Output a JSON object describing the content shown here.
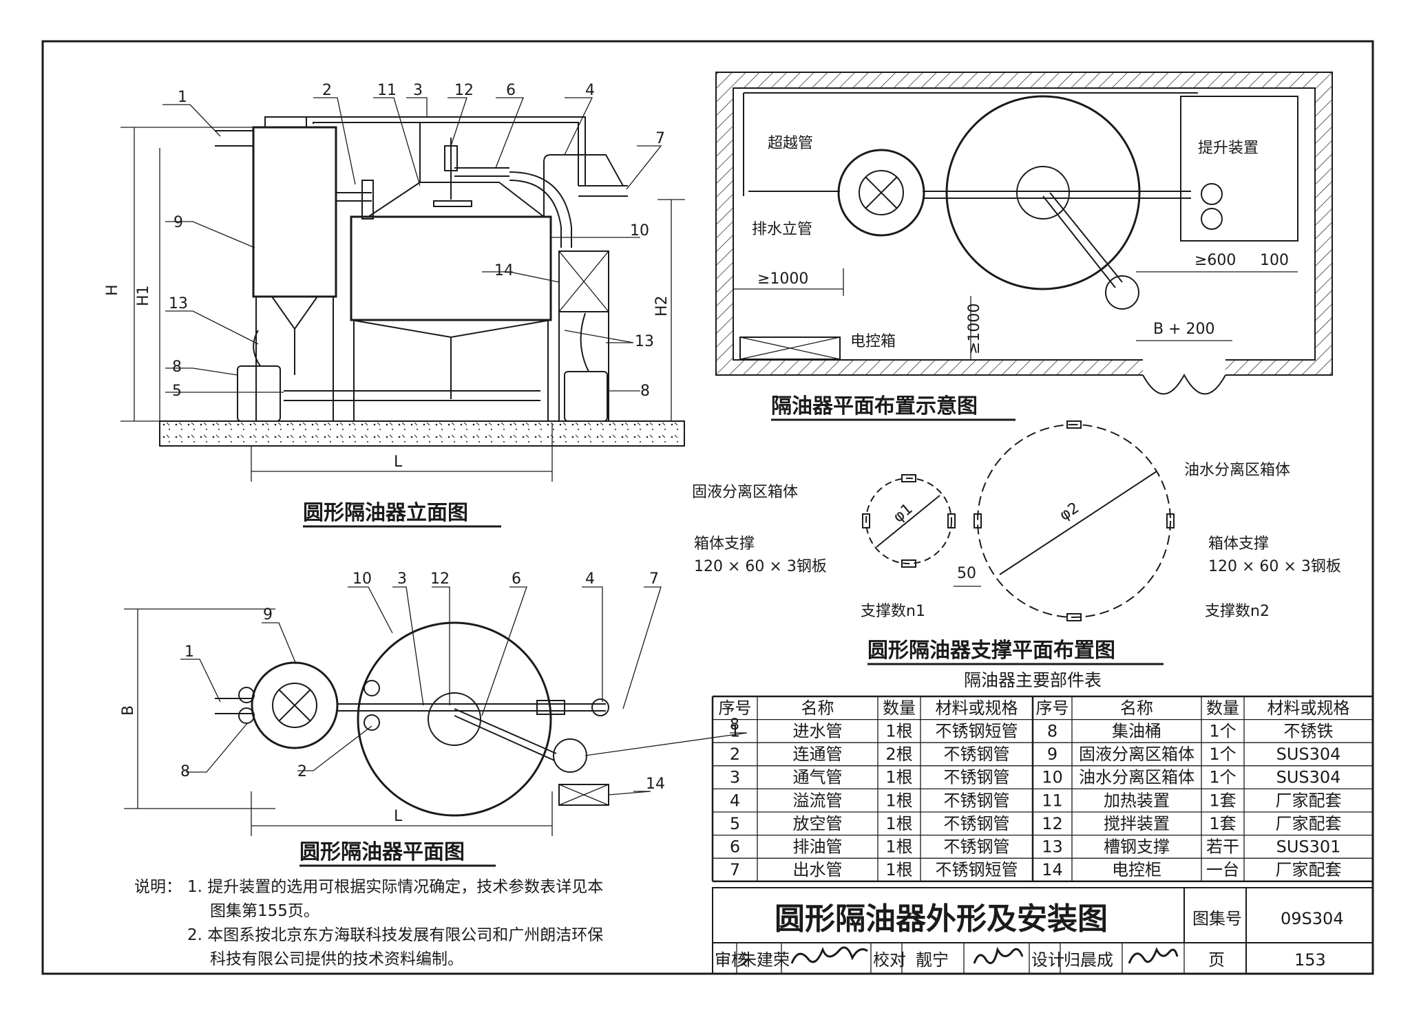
{
  "elevation": {
    "title": "圆形隔油器立面图",
    "callouts": [
      "1",
      "2",
      "11",
      "3",
      "12",
      "6",
      "4",
      "7",
      "9",
      "10",
      "14",
      "13",
      "8",
      "5",
      "8",
      "13"
    ],
    "dims": {
      "H": "H",
      "H1": "H1",
      "H2": "H2",
      "L": "L"
    }
  },
  "plan": {
    "title": "圆形隔油器平面图",
    "callouts": [
      "10",
      "3",
      "12",
      "6",
      "4",
      "7",
      "9",
      "1",
      "8",
      "8",
      "2",
      "14"
    ],
    "dims": {
      "B": "B",
      "L": "L"
    }
  },
  "layout": {
    "title": "隔油器平面布置示意图",
    "labels": {
      "bypass": "超越管",
      "drain_riser": "排水立管",
      "lift": "提升装置",
      "control_box": "电控箱"
    },
    "dims": {
      "d1000a": "≥1000",
      "d1000b": "≥1000",
      "d600": "≥600",
      "d100": "100",
      "b200": "B + 200"
    }
  },
  "support": {
    "title": "圆形隔油器支撑平面布置图",
    "labels": {
      "solid_zone": "固液分离区箱体",
      "oil_zone": "油水分离区箱体",
      "support_left": "箱体支撑",
      "support_left_spec": "120 × 60 × 3钢板",
      "support_right": "箱体支撑",
      "support_right_spec": "120 × 60 × 3钢板",
      "phi1": "φ1",
      "phi2": "φ2",
      "gap": "50",
      "n1": "支撑数n1",
      "n2": "支撑数n2"
    }
  },
  "parts_table": {
    "caption": "隔油器主要部件表",
    "headers": [
      "序号",
      "名称",
      "数量",
      "材料或规格",
      "序号",
      "名称",
      "数量",
      "材料或规格"
    ],
    "left_rows": [
      [
        "1",
        "进水管",
        "1根",
        "不锈钢短管"
      ],
      [
        "2",
        "连通管",
        "2根",
        "不锈钢管"
      ],
      [
        "3",
        "通气管",
        "1根",
        "不锈钢管"
      ],
      [
        "4",
        "溢流管",
        "1根",
        "不锈钢管"
      ],
      [
        "5",
        "放空管",
        "1根",
        "不锈钢管"
      ],
      [
        "6",
        "排油管",
        "1根",
        "不锈钢管"
      ],
      [
        "7",
        "出水管",
        "1根",
        "不锈钢短管"
      ]
    ],
    "right_rows": [
      [
        "8",
        "集油桶",
        "1个",
        "不锈铁"
      ],
      [
        "9",
        "固液分离区箱体",
        "1个",
        "SUS304"
      ],
      [
        "10",
        "油水分离区箱体",
        "1个",
        "SUS304"
      ],
      [
        "11",
        "加热装置",
        "1套",
        "厂家配套"
      ],
      [
        "12",
        "搅拌装置",
        "1套",
        "厂家配套"
      ],
      [
        "13",
        "槽钢支撑",
        "若干",
        "SUS301"
      ],
      [
        "14",
        "电控柜",
        "一台",
        "厂家配套"
      ]
    ]
  },
  "notes": {
    "prefix": "说明：",
    "n1a": "1.  提升装置的选用可根据实际情况确定，技术参数表详见本",
    "n1b": "图集第155页。",
    "n2a": "2.  本图系按北京东方海联科技发展有限公司和广州朗洁环保",
    "n2b": "科技有限公司提供的技术资料编制。"
  },
  "title_block": {
    "drawing_title": "圆形隔油器外形及安装图",
    "atlas_label": "图集号",
    "atlas_no": "09S304",
    "review_label": "审核",
    "reviewer": "朱建荣",
    "check_label": "校对",
    "checker": "靓宁",
    "design_label": "设计",
    "designer": "归晨成",
    "page_label": "页",
    "page_no": "153"
  }
}
